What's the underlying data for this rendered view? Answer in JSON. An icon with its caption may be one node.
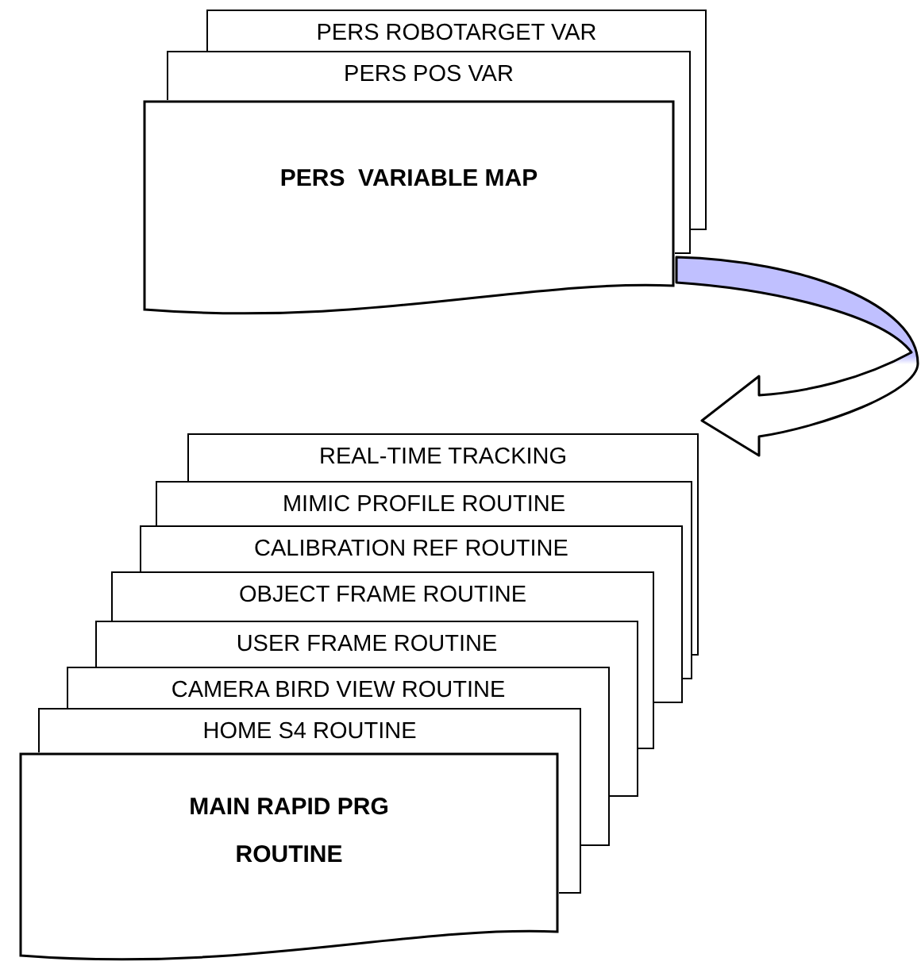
{
  "diagram": {
    "nodes": [
      {
        "text": [
          "PERS ROBOTARGET VAR"
        ]
      },
      {
        "text": [
          "PERS POS VAR"
        ]
      },
      {
        "text": [
          "PERS  VARIABLE MAP"
        ]
      },
      {
        "text": [
          "REAL-TIME TRACKING"
        ]
      },
      {
        "text": [
          "MIMIC PROFILE ROUTINE"
        ]
      },
      {
        "text": [
          "CALIBRATION REF ROUTINE"
        ]
      },
      {
        "text": [
          "OBJECT FRAME ROUTINE"
        ]
      },
      {
        "text": [
          "USER FRAME ROUTINE"
        ]
      },
      {
        "text": [
          "CAMERA BIRD VIEW ROUTINE"
        ]
      },
      {
        "text": [
          "HOME S4 ROUTINE"
        ]
      },
      {
        "text": [
          "MAIN RAPID PRG ROUTINE"
        ]
      }
    ],
    "edges": [
      {
        "from": 2,
        "to": 3,
        "arrow": "to"
      }
    ]
  }
}
